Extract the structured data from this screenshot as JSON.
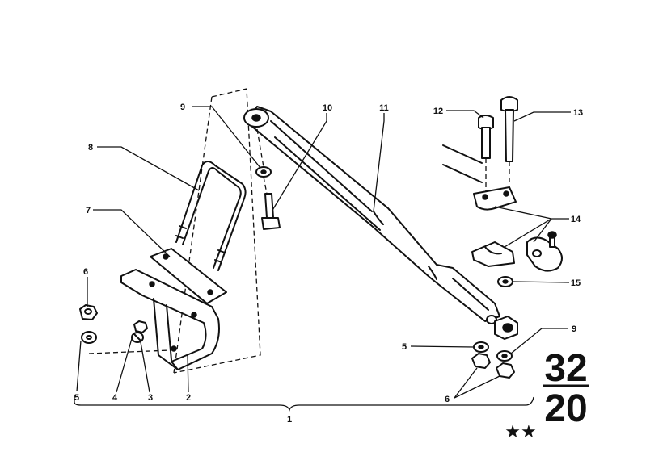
{
  "diagram": {
    "callouts": {
      "p1": "1",
      "p2": "2",
      "p3": "3",
      "p4": "4",
      "p5a": "5",
      "p5b": "5",
      "p6a": "6",
      "p6b": "6",
      "p7": "7",
      "p8": "8",
      "p9a": "9",
      "p9b": "9",
      "p10": "10",
      "p11": "11",
      "p12": "12",
      "p13": "13",
      "p14": "14",
      "p15": "15"
    },
    "group_code": {
      "top": "32",
      "bottom": "20"
    },
    "stars": "★★"
  }
}
